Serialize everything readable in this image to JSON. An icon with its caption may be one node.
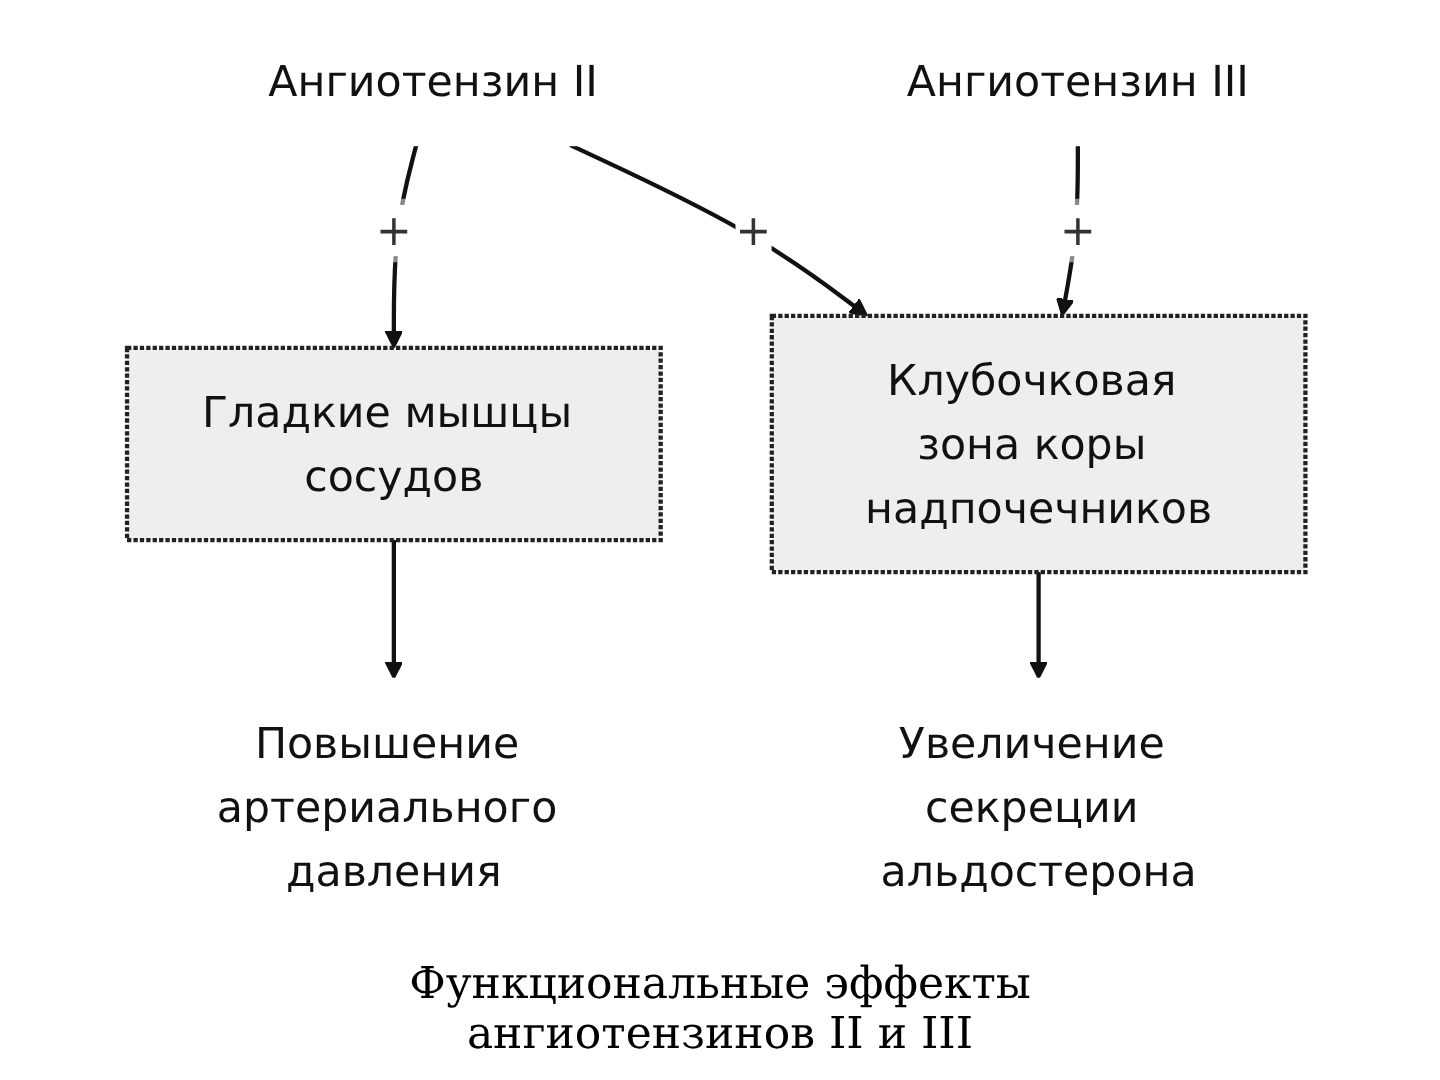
{
  "diagram": {
    "caption": "Функциональные эффекты ангиотензинов II и III",
    "nodes": [
      {
        "text": [
          "Ангиотензин II"
        ]
      },
      {
        "text": [
          "Ангиотензин III"
        ]
      },
      {
        "text": [
          "Гладкие мышцы сосудов"
        ]
      },
      {
        "text": [
          "Клубочковая зона коры надпочечников"
        ]
      },
      {
        "text": [
          "Повышение артериального давления"
        ]
      },
      {
        "text": [
          "Увеличение секреции альдостерона"
        ]
      }
    ],
    "edges": [
      {
        "from": 0,
        "to": 2,
        "arrow": "to",
        "label": "+"
      },
      {
        "from": 0,
        "to": 3,
        "arrow": "to",
        "label": "+"
      },
      {
        "from": 1,
        "to": 3,
        "arrow": "to",
        "label": "+"
      },
      {
        "from": 2,
        "to": 4,
        "arrow": "to"
      },
      {
        "from": 3,
        "to": 5,
        "arrow": "to"
      }
    ]
  }
}
